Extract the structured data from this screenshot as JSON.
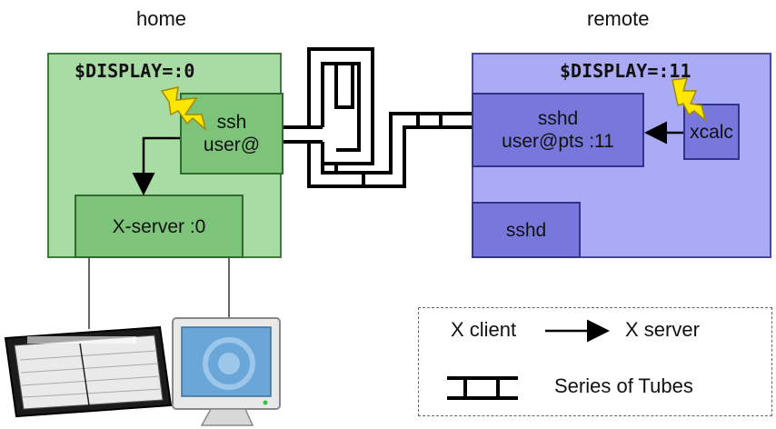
{
  "home": {
    "title": "home",
    "display_var": "$DISPLAY=:0",
    "ssh_box": {
      "line1": "ssh",
      "line2": "user@"
    },
    "xserver_box": {
      "label": "X-server :0"
    },
    "color": "#a8dca4"
  },
  "remote": {
    "title": "remote",
    "display_var": "$DISPLAY=:11",
    "sshd_user_box": {
      "line1": "sshd",
      "line2": "user@pts :11"
    },
    "xcalc_box": {
      "label": "xcalc"
    },
    "sshd_box": {
      "label": "sshd"
    },
    "color": "#aaaaf5"
  },
  "legend": {
    "x_client": "X client",
    "x_server": "X server",
    "tubes": "Series of Tubes"
  },
  "icons": [
    "lightning-icon",
    "keyboard-icon",
    "monitor-icon",
    "arrow-icon",
    "tube-icon"
  ]
}
